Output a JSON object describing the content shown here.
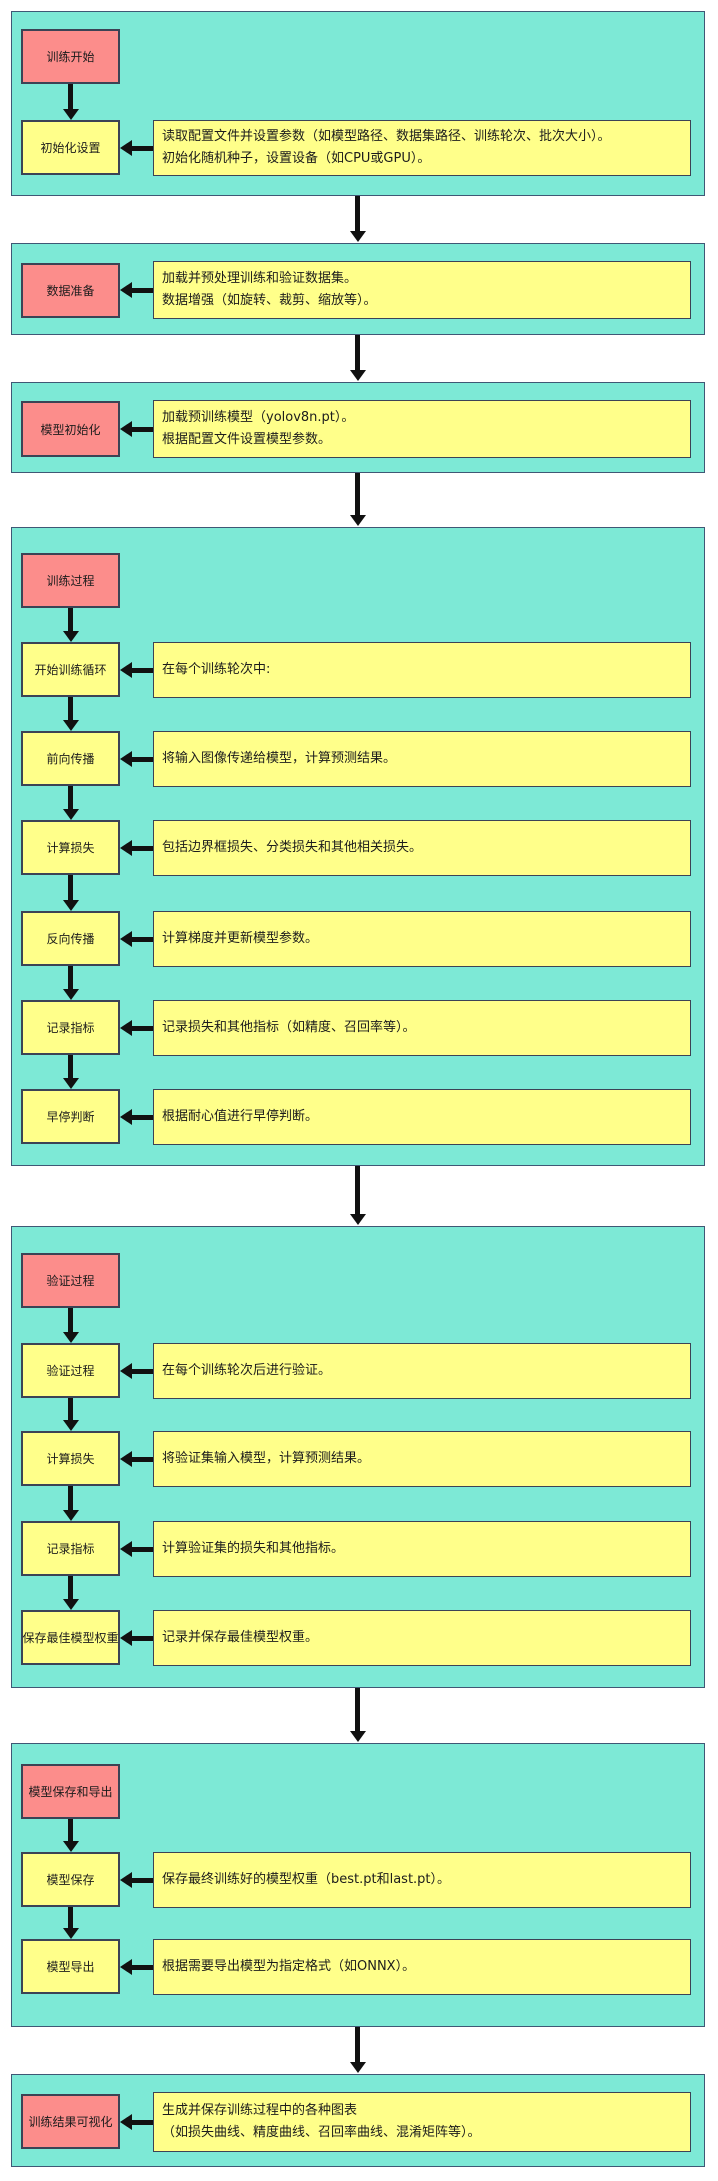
{
  "colors": {
    "panel": "#7de9d6",
    "panel_border": "#3f5875",
    "title_fill": "#fc8d8b",
    "step_fill": "#ffff8a",
    "box_border": "#3c4355",
    "arrow": "#111111",
    "text": "#1c1c1c"
  },
  "sections": [
    {
      "name": "training-start",
      "title": "训练开始",
      "steps": [
        {
          "label": "初始化设置",
          "desc": "读取配置文件并设置参数（如模型路径、数据集路径、训练轮次、批次大小）。\n初始化随机种子，设置设备（如CPU或GPU）。"
        }
      ]
    },
    {
      "name": "data-preparation",
      "title": "数据准备",
      "desc": "加载并预处理训练和验证数据集。\n数据增强（如旋转、裁剪、缩放等）。"
    },
    {
      "name": "model-initialization",
      "title": "模型初始化",
      "desc": "加载预训练模型（yolov8n.pt）。\n根据配置文件设置模型参数。"
    },
    {
      "name": "training-process",
      "title": "训练过程",
      "steps": [
        {
          "label": "开始训练循环",
          "desc": "在每个训练轮次中:"
        },
        {
          "label": "前向传播",
          "desc": "将输入图像传递给模型，计算预测结果。"
        },
        {
          "label": "计算损失",
          "desc": "包括边界框损失、分类损失和其他相关损失。"
        },
        {
          "label": "反向传播",
          "desc": "计算梯度并更新模型参数。"
        },
        {
          "label": "记录指标",
          "desc": "记录损失和其他指标（如精度、召回率等）。"
        },
        {
          "label": "早停判断",
          "desc": "根据耐心值进行早停判断。"
        }
      ]
    },
    {
      "name": "validation-process",
      "title": "验证过程",
      "steps": [
        {
          "label": "验证过程",
          "desc": "在每个训练轮次后进行验证。"
        },
        {
          "label": "计算损失",
          "desc": "将验证集输入模型，计算预测结果。"
        },
        {
          "label": "记录指标",
          "desc": "计算验证集的损失和其他指标。"
        },
        {
          "label": "保存最佳模型权重",
          "desc": "记录并保存最佳模型权重。"
        }
      ]
    },
    {
      "name": "model-save-export",
      "title": "模型保存和导出",
      "steps": [
        {
          "label": "模型保存",
          "desc": "保存最终训练好的模型权重（best.pt和last.pt）。"
        },
        {
          "label": "模型导出",
          "desc": "根据需要导出模型为指定格式（如ONNX）。"
        }
      ]
    },
    {
      "name": "result-visualization",
      "title": "训练结果可视化",
      "desc": "生成并保存训练过程中的各种图表\n（如损失曲线、精度曲线、召回率曲线、混淆矩阵等）。"
    }
  ]
}
